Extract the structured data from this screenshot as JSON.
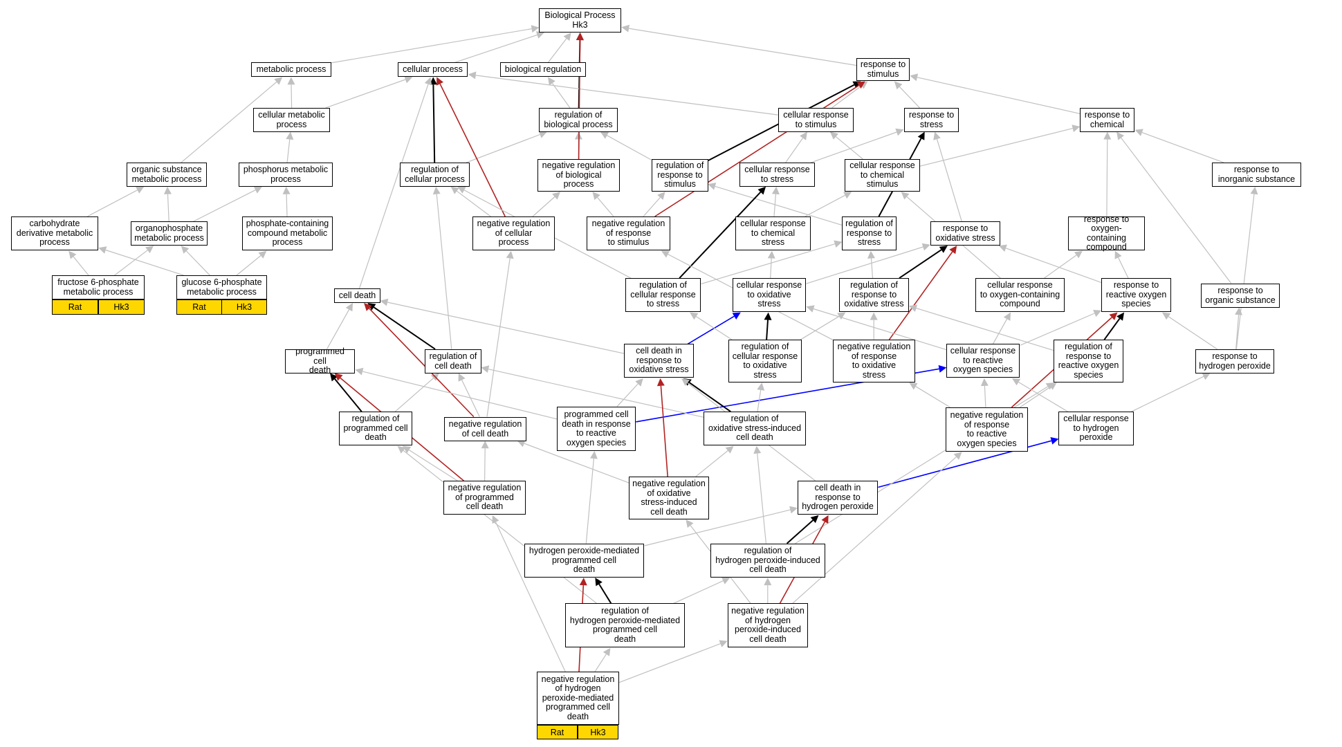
{
  "colors": {
    "gray_edge": "#c0c0c0",
    "black_edge": "#000000",
    "red_edge": "#b22222",
    "blue_edge": "#0000ff",
    "tag_fill": "#ffd700"
  },
  "nodes": [
    {
      "id": "bp",
      "label": "Biological Process\nHk3"
    },
    {
      "id": "mp",
      "label": "metabolic process"
    },
    {
      "id": "cp",
      "label": "cellular process"
    },
    {
      "id": "br",
      "label": "biological regulation"
    },
    {
      "id": "rts",
      "label": "response to\nstimulus"
    },
    {
      "id": "cmp",
      "label": "cellular metabolic\nprocess"
    },
    {
      "id": "rbp",
      "label": "regulation of\nbiological process"
    },
    {
      "id": "crs",
      "label": "cellular response\nto stimulus"
    },
    {
      "id": "rst",
      "label": "response to\nstress"
    },
    {
      "id": "rch",
      "label": "response to\nchemical"
    },
    {
      "id": "osmp",
      "label": "organic substance\nmetabolic process"
    },
    {
      "id": "pmp",
      "label": "phosphorus metabolic\nprocess"
    },
    {
      "id": "rcp",
      "label": "regulation of\ncellular process"
    },
    {
      "id": "nrbp",
      "label": "negative regulation\nof biological\nprocess"
    },
    {
      "id": "rrs",
      "label": "regulation of\nresponse to\nstimulus"
    },
    {
      "id": "crst",
      "label": "cellular response\nto stress"
    },
    {
      "id": "crcs",
      "label": "cellular response\nto chemical\nstimulus"
    },
    {
      "id": "ris",
      "label": "response to\ninorganic substance"
    },
    {
      "id": "cdmp",
      "label": "carbohydrate\nderivative metabolic\nprocess"
    },
    {
      "id": "opmp",
      "label": "organophosphate\nmetabolic process"
    },
    {
      "id": "pccmp",
      "label": "phosphate-containing\ncompound metabolic\nprocess"
    },
    {
      "id": "nrcp",
      "label": "negative regulation\nof cellular\nprocess"
    },
    {
      "id": "nrrs",
      "label": "negative regulation\nof response\nto stimulus"
    },
    {
      "id": "crchs",
      "label": "cellular response\nto chemical\nstress"
    },
    {
      "id": "rrst",
      "label": "regulation of\nresponse to\nstress"
    },
    {
      "id": "ros",
      "label": "response to\noxidative stress"
    },
    {
      "id": "rocc",
      "label": "response to\noxygen-containing\ncompound"
    },
    {
      "id": "f6p",
      "label": "fructose 6-phosphate\nmetabolic process"
    },
    {
      "id": "g6p",
      "label": "glucose 6-phosphate\nmetabolic process"
    },
    {
      "id": "cd",
      "label": "cell death"
    },
    {
      "id": "rcrs",
      "label": "regulation of\ncellular response\nto stress"
    },
    {
      "id": "cros",
      "label": "cellular response\nto oxidative\nstress"
    },
    {
      "id": "rros",
      "label": "regulation of\nresponse to\noxidative stress"
    },
    {
      "id": "crocc",
      "label": "cellular response\nto oxygen-containing\ncompound"
    },
    {
      "id": "rtros",
      "label": "response to\nreactive oxygen\nspecies"
    },
    {
      "id": "rtos",
      "label": "response to\norganic substance"
    },
    {
      "id": "pcd",
      "label": "programmed cell\ndeath"
    },
    {
      "id": "rcd",
      "label": "regulation of\ncell death"
    },
    {
      "id": "cdios",
      "label": "cell death in\nresponse to\noxidative stress"
    },
    {
      "id": "rcros",
      "label": "regulation of\ncellular response\nto oxidative\nstress"
    },
    {
      "id": "nrros",
      "label": "negative regulation\nof response\nto oxidative\nstress"
    },
    {
      "id": "crros",
      "label": "cellular response\nto reactive\noxygen species"
    },
    {
      "id": "rrros",
      "label": "regulation of\nresponse to\nreactive oxygen\nspecies"
    },
    {
      "id": "rhp",
      "label": "response to\nhydrogen peroxide"
    },
    {
      "id": "rpcd",
      "label": "regulation of\nprogrammed cell\ndeath"
    },
    {
      "id": "nrcd",
      "label": "negative regulation\nof cell death"
    },
    {
      "id": "pcdros",
      "label": "programmed cell\ndeath in response\nto reactive\noxygen species"
    },
    {
      "id": "roscd",
      "label": "regulation of\noxidative stress-induced\ncell death"
    },
    {
      "id": "nrrros",
      "label": "negative regulation\nof response\nto reactive\noxygen species"
    },
    {
      "id": "crhp",
      "label": "cellular response\nto hydrogen\nperoxide"
    },
    {
      "id": "nrpcd",
      "label": "negative regulation\nof programmed\ncell death"
    },
    {
      "id": "nroscd",
      "label": "negative regulation\nof oxidative\nstress-induced\ncell death"
    },
    {
      "id": "cdhp",
      "label": "cell death in\nresponse to\nhydrogen peroxide"
    },
    {
      "id": "hpmpcd",
      "label": "hydrogen peroxide-mediated\nprogrammed cell\ndeath"
    },
    {
      "id": "rhpicd",
      "label": "regulation of\nhydrogen peroxide-induced\ncell death"
    },
    {
      "id": "rhpmpcd",
      "label": "regulation of\nhydrogen peroxide-mediated\nprogrammed cell\ndeath"
    },
    {
      "id": "nrhpicd",
      "label": "negative regulation\nof hydrogen\nperoxide-induced\ncell death"
    },
    {
      "id": "nrhpmpcd",
      "label": "negative regulation\nof hydrogen\nperoxide-mediated\nprogrammed cell\ndeath"
    }
  ],
  "tags": [
    {
      "id": "f6p_rat",
      "label": "Rat"
    },
    {
      "id": "f6p_hk3",
      "label": "Hk3"
    },
    {
      "id": "g6p_rat",
      "label": "Rat"
    },
    {
      "id": "g6p_hk3",
      "label": "Hk3"
    },
    {
      "id": "nrhpmpcd_rat",
      "label": "Rat"
    },
    {
      "id": "nrhpmpcd_hk3",
      "label": "Hk3"
    }
  ]
}
